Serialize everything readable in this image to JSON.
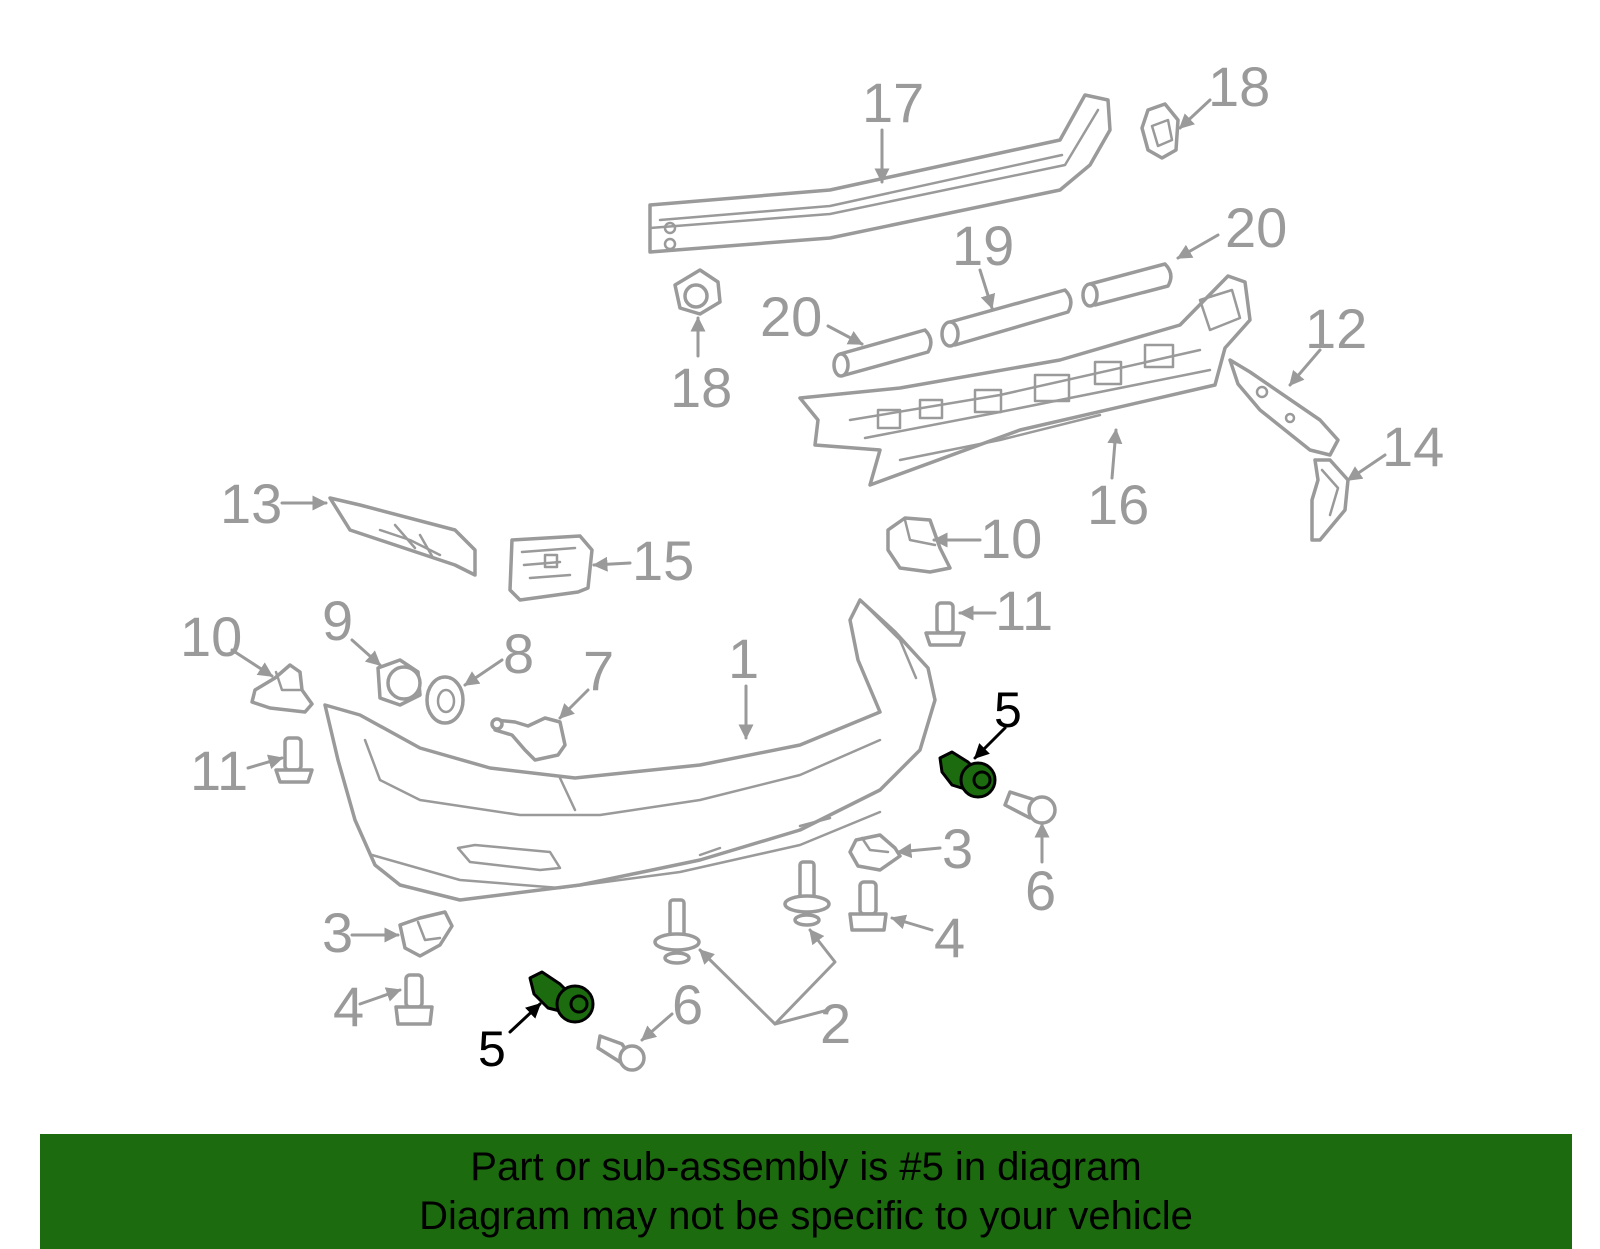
{
  "highlight_color": "#1d6b0f",
  "labels": {
    "p1": "1",
    "p2": "2",
    "p3a": "3",
    "p3b": "3",
    "p4a": "4",
    "p4b": "4",
    "p5a": "5",
    "p5b": "5",
    "p6a": "6",
    "p6b": "6",
    "p7": "7",
    "p8": "8",
    "p9": "9",
    "p10a": "10",
    "p10b": "10",
    "p11a": "11",
    "p11b": "11",
    "p12": "12",
    "p13": "13",
    "p14": "14",
    "p15": "15",
    "p16": "16",
    "p17": "17",
    "p18a": "18",
    "p18b": "18",
    "p19": "19",
    "p20a": "20",
    "p20b": "20"
  },
  "banner": {
    "line1": "Part or sub-assembly is #5 in diagram",
    "line2": "Diagram may not be specific to your vehicle"
  }
}
